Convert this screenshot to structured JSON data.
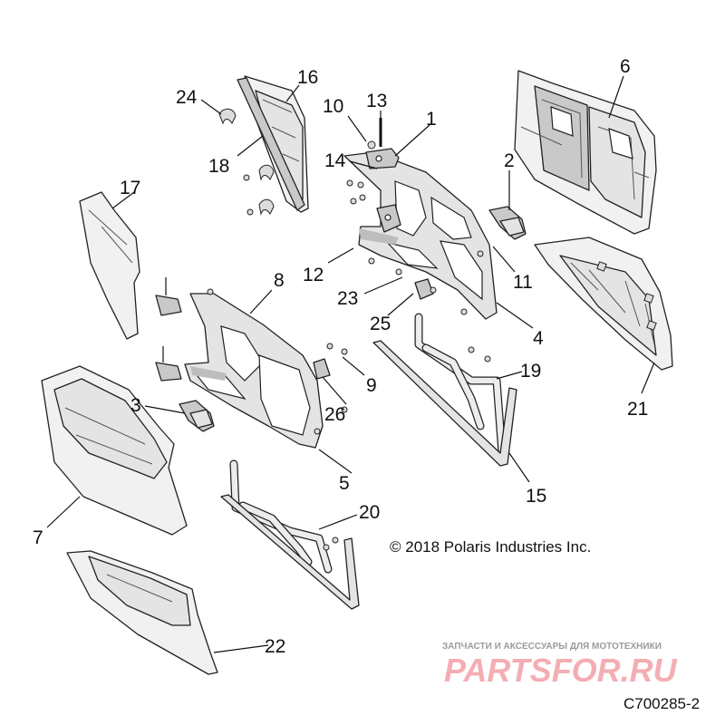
{
  "diagram": {
    "copyright": "© 2018 Polaris Industries Inc.",
    "figure_id": "C700285-2",
    "watermark": {
      "tagline": "ЗАПЧАСТИ И АКСЕССУАРЫ ДЛЯ МОТОТЕХНИКИ",
      "logo_text": "PARTSFOR.RU",
      "color": "#f2a0a8"
    },
    "callouts": {
      "c1": "1",
      "c2": "2",
      "c3": "3",
      "c4": "4",
      "c5": "5",
      "c6": "6",
      "c7": "7",
      "c8": "8",
      "c9": "9",
      "c10": "10",
      "c11": "11",
      "c12": "12",
      "c13": "13",
      "c14": "14",
      "c15": "15",
      "c16": "16",
      "c17": "17",
      "c18": "18",
      "c19": "19",
      "c20": "20",
      "c21": "21",
      "c22": "22",
      "c23": "23",
      "c24": "24",
      "c25": "25",
      "c26": "26"
    }
  }
}
